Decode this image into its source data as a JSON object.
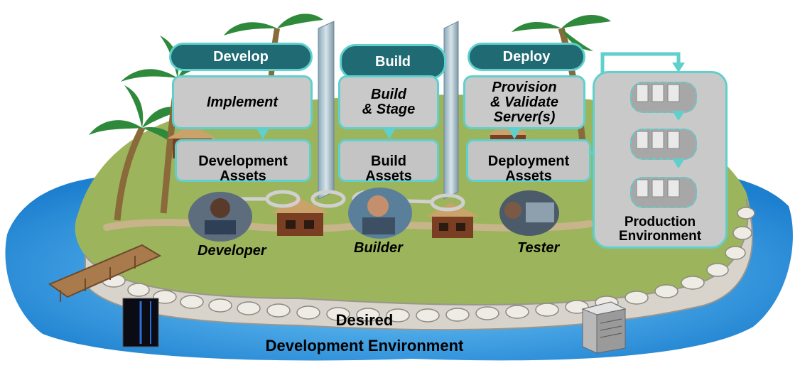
{
  "phases": [
    {
      "name": "Develop",
      "task": "Implement",
      "assets": [
        "Development",
        "Assets"
      ],
      "person": "Developer"
    },
    {
      "name": "Build",
      "task": [
        "Build",
        "& Stage"
      ],
      "assets": [
        "Build",
        "Assets"
      ],
      "person": "Builder"
    },
    {
      "name": "Deploy",
      "task": [
        "Provision",
        "& Validate",
        "Server(s)"
      ],
      "assets": [
        "Deployment",
        "Assets"
      ],
      "person": "Tester"
    }
  ],
  "production": [
    "Production",
    "Environment"
  ],
  "bottom_title": [
    "Desired",
    "Development Environment"
  ],
  "colors": {
    "teal_dark": "#1f6a73",
    "teal_light": "#5fd0cc",
    "water": "#3aa8e0",
    "grass": "#9cb45c",
    "panel_gray": "#c9c9c9"
  }
}
